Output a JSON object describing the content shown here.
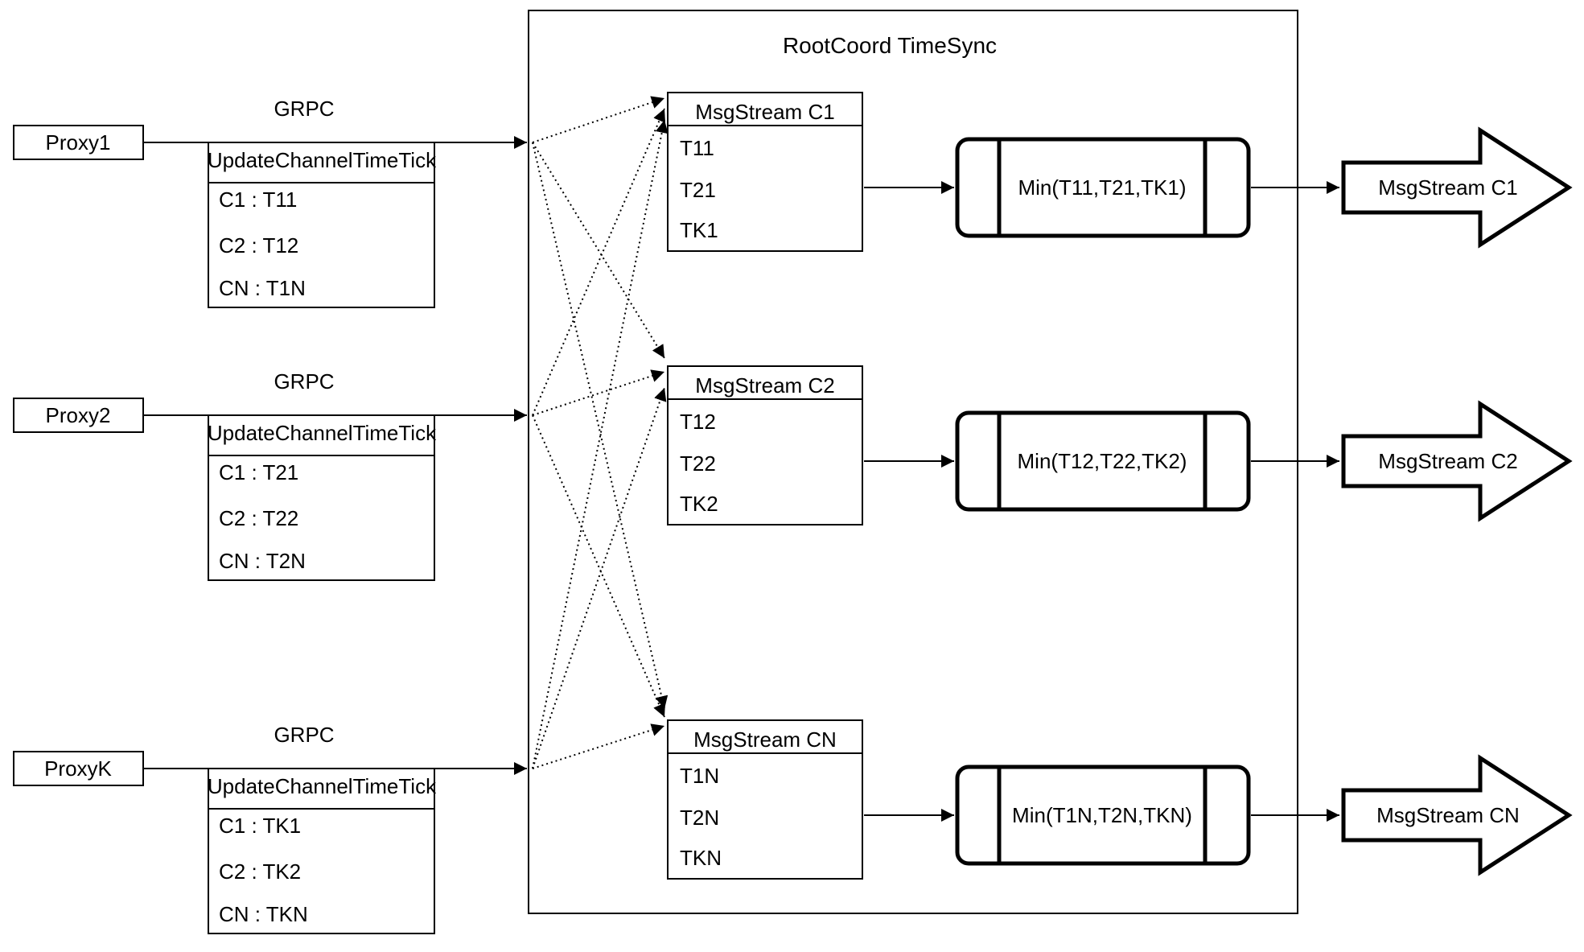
{
  "diagram": {
    "title": "RootCoord TimeSync",
    "grpc_label": "GRPC",
    "update_table_header": "UpdateChannelTimeTick",
    "rows": [
      {
        "proxy_label": "Proxy1",
        "ticks": [
          "C1 : T11",
          "C2 : T12",
          "CN : T1N"
        ],
        "msgstream_title": "MsgStream C1",
        "msgstream_values": [
          "T11",
          "T21",
          "TK1"
        ],
        "min_label": "Min(T11,T21,TK1)",
        "output_label": "MsgStream C1"
      },
      {
        "proxy_label": "Proxy2",
        "ticks": [
          "C1 : T21",
          "C2 : T22",
          "CN : T2N"
        ],
        "msgstream_title": "MsgStream C2",
        "msgstream_values": [
          "T12",
          "T22",
          "TK2"
        ],
        "min_label": "Min(T12,T22,TK2)",
        "output_label": "MsgStream C2"
      },
      {
        "proxy_label": "ProxyK",
        "ticks": [
          "C1 : TK1",
          "C2 : TK2",
          "CN : TKN"
        ],
        "msgstream_title": "MsgStream CN",
        "msgstream_values": [
          "T1N",
          "T2N",
          "TKN"
        ],
        "min_label": "Min(T1N,T2N,TKN)",
        "output_label": "MsgStream CN"
      }
    ],
    "colors": {
      "stroke": "#000000",
      "background": "#ffffff"
    }
  }
}
